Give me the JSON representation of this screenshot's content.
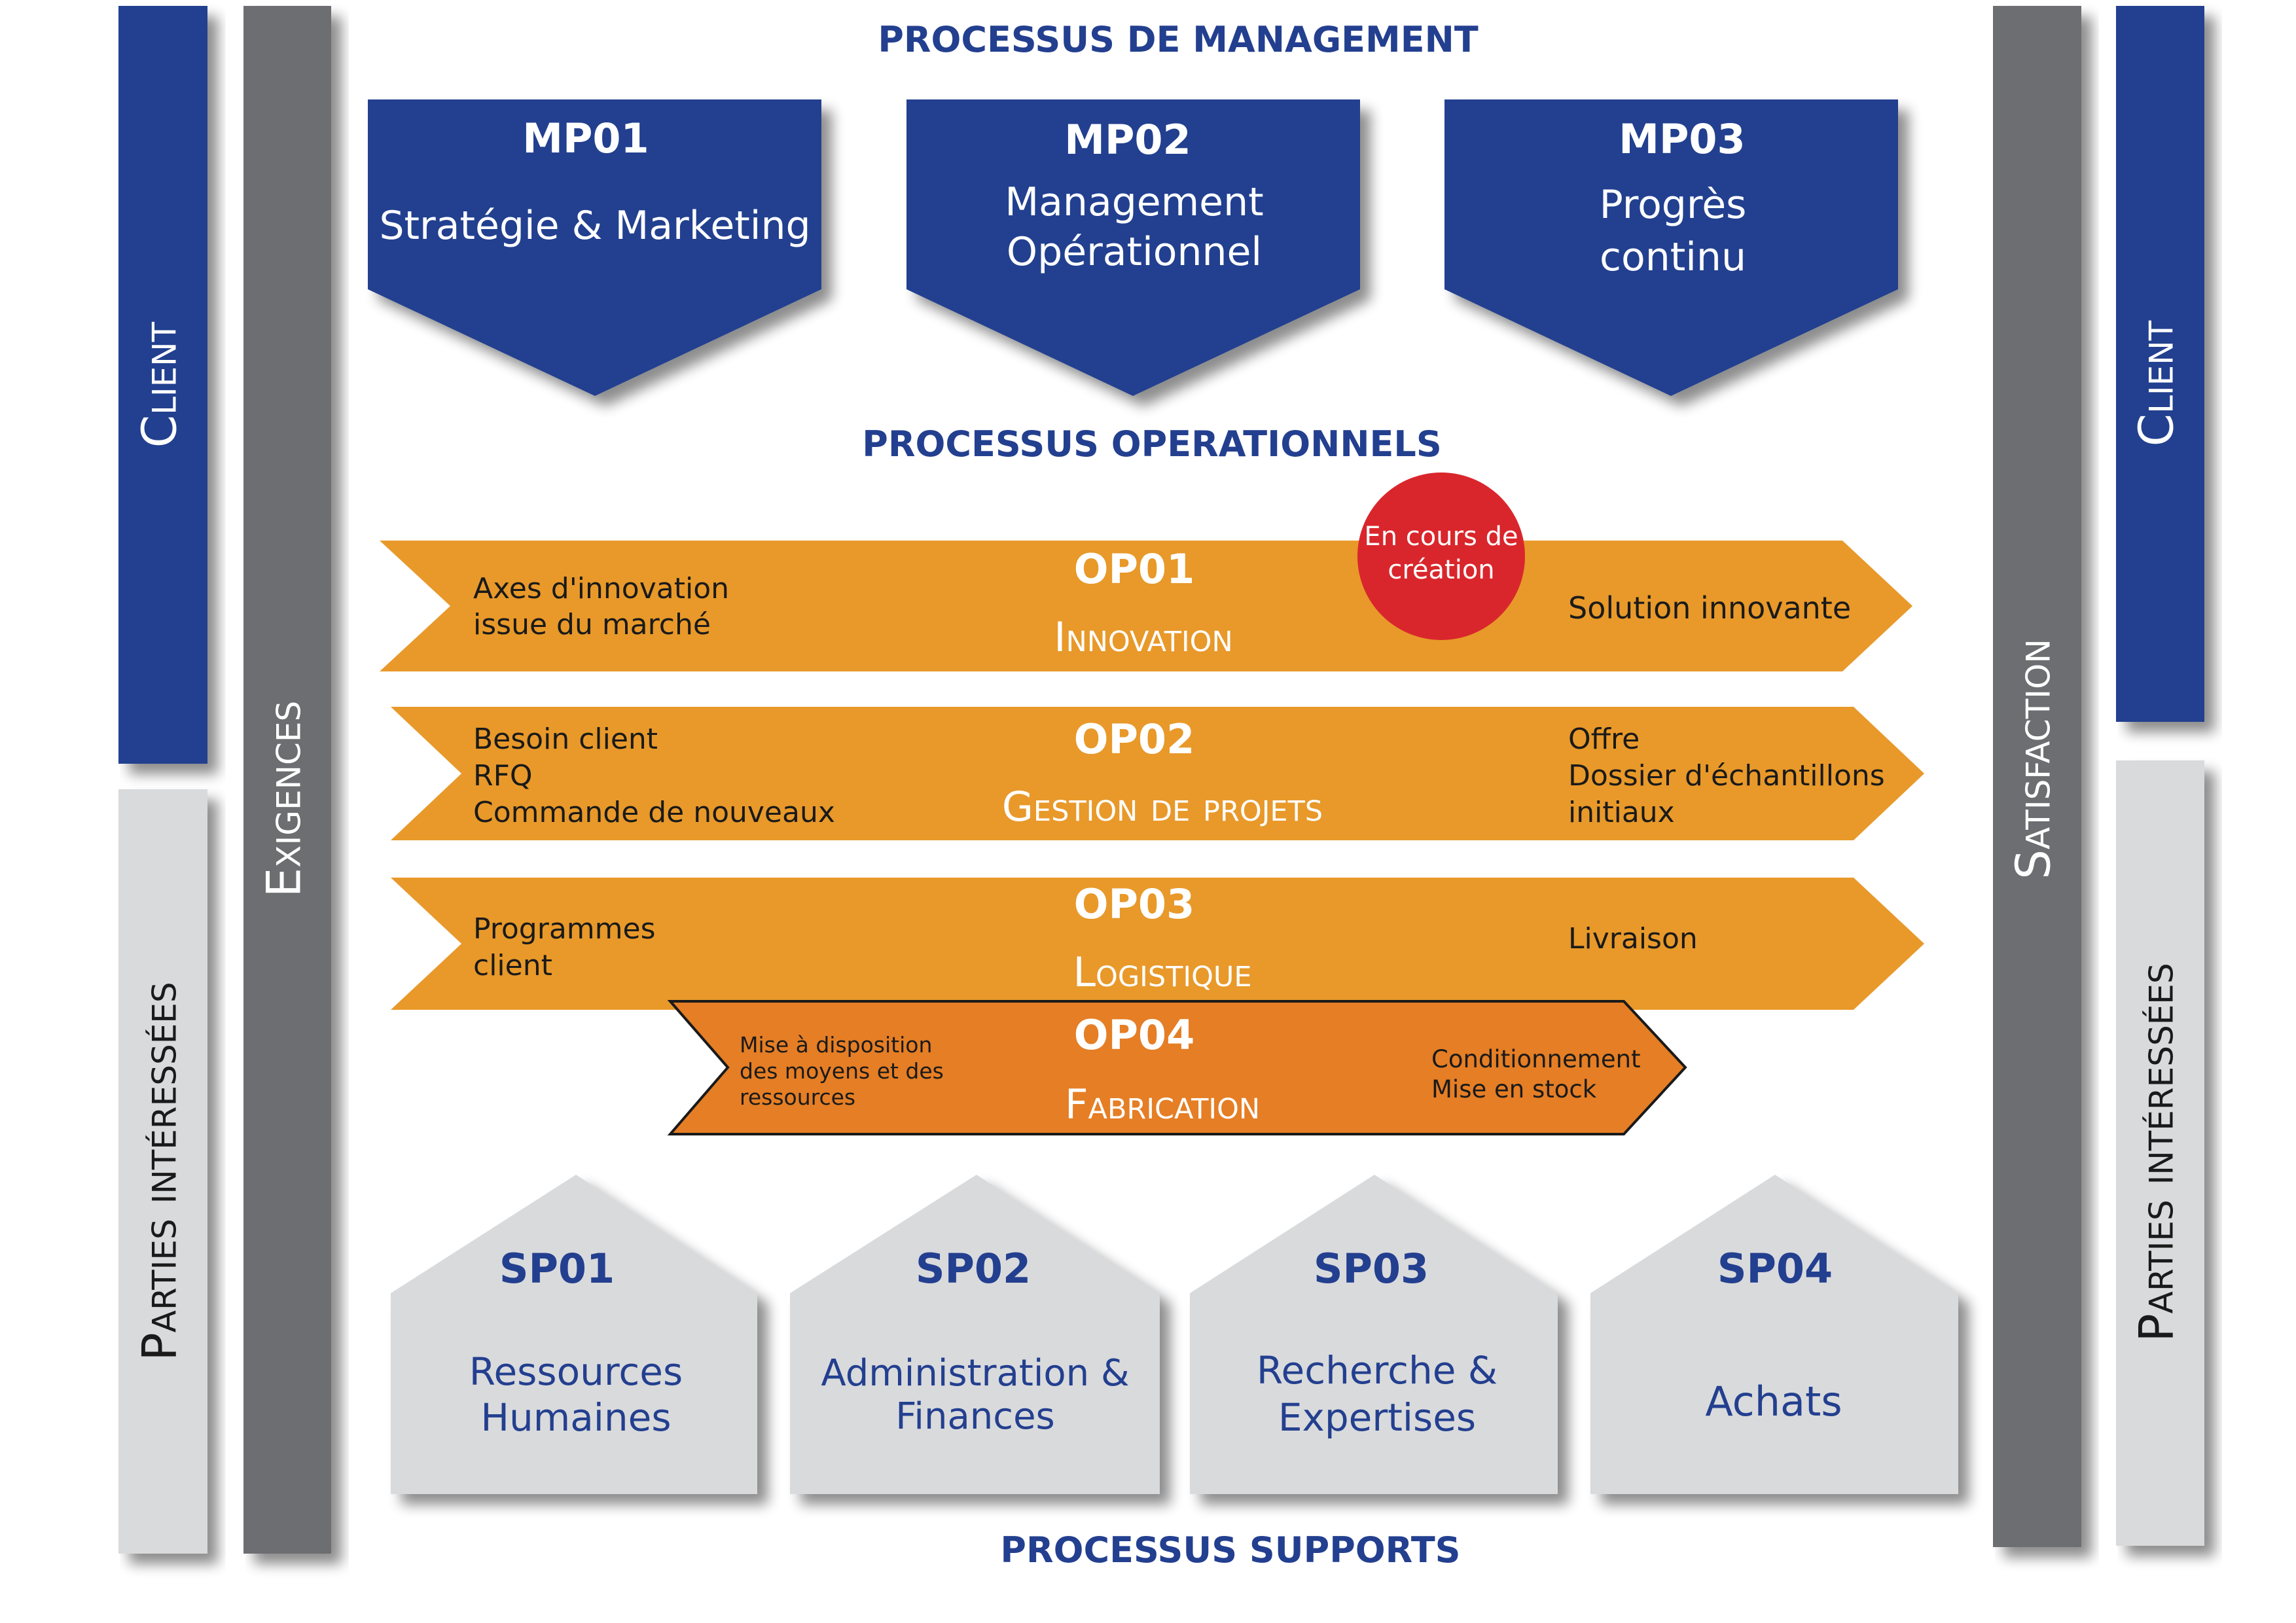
{
  "section_titles": {
    "management": "PROCESSUS DE MANAGEMENT",
    "operational": "PROCESSUS OPERATIONNELS",
    "supports": "PROCESSUS SUPPORTS"
  },
  "side_bars": {
    "left_client": "Client",
    "left_parties": "Parties intéressées",
    "exigences": "Exigences",
    "satisfaction": "Satisfaction",
    "right_client": "Client",
    "right_parties": "Parties intéressées"
  },
  "management": [
    {
      "code": "MP01",
      "lines": [
        "Stratégie & Marketing"
      ]
    },
    {
      "code": "MP02",
      "lines": [
        "Management",
        "Opérationnel"
      ]
    },
    {
      "code": "MP03",
      "lines": [
        "Progrès",
        "continu"
      ]
    }
  ],
  "operational": [
    {
      "code": "OP01",
      "name": "Innovation",
      "inputs": [
        "Axes d'innovation",
        "issue du marché"
      ],
      "outputs": [
        "Solution innovante"
      ]
    },
    {
      "code": "OP02",
      "name": "Gestion de projets",
      "inputs": [
        "Besoin client",
        "RFQ",
        "Commande de nouveaux"
      ],
      "outputs": [
        "Offre",
        "Dossier d'échantillons",
        "initiaux"
      ]
    },
    {
      "code": "OP03",
      "name": "Logistique",
      "inputs": [
        "Programmes",
        "client"
      ],
      "outputs": [
        "Livraison"
      ]
    },
    {
      "code": "OP04",
      "name": "Fabrication",
      "inputs": [
        "Mise à disposition",
        "des moyens et des",
        "ressources"
      ],
      "outputs": [
        "Conditionnement",
        "Mise en stock"
      ]
    }
  ],
  "badge": {
    "lines": [
      "En cours de",
      "création"
    ]
  },
  "supports": [
    {
      "code": "SP01",
      "lines": [
        "Ressources",
        "Humaines"
      ]
    },
    {
      "code": "SP02",
      "lines": [
        "Administration &",
        "Finances"
      ]
    },
    {
      "code": "SP03",
      "lines": [
        "Recherche &",
        "Expertises"
      ]
    },
    {
      "code": "SP04",
      "lines": [
        "Achats"
      ]
    }
  ],
  "colors": {
    "navy": "#233f8f",
    "gray_dark": "#6d6e71",
    "gray_light": "#d9dadc",
    "orange": "#e8992a",
    "orange_dark": "#e57e25",
    "red": "#d9262c",
    "title_blue": "#233f8f",
    "support_text": "#233f8f"
  }
}
